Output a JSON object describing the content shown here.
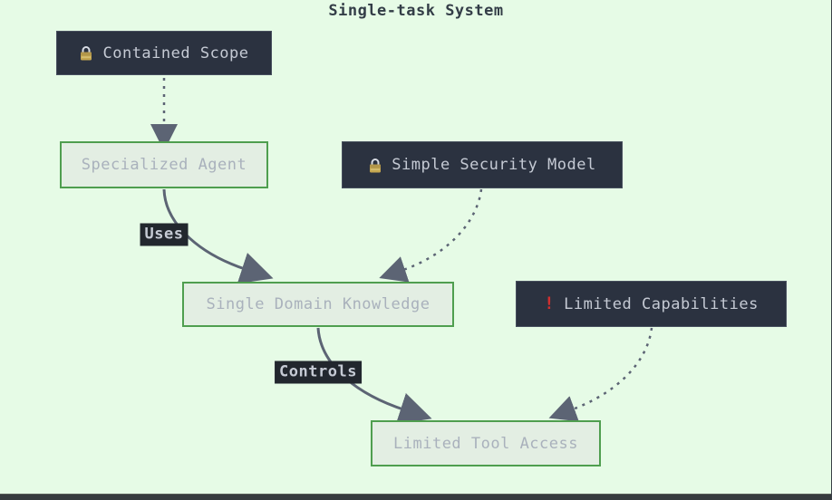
{
  "title": "Single-task System",
  "nodes": [
    {
      "id": "contained-scope",
      "label": "Contained Scope",
      "variant": "dark",
      "icon": "lock-icon"
    },
    {
      "id": "specialized-agent",
      "label": "Specialized Agent",
      "variant": "light",
      "icon": null
    },
    {
      "id": "simple-security-model",
      "label": "Simple Security Model",
      "variant": "dark",
      "icon": "lock-icon"
    },
    {
      "id": "single-domain-knowledge",
      "label": "Single Domain Knowledge",
      "variant": "light",
      "icon": null
    },
    {
      "id": "limited-capabilities",
      "label": "Limited Capabilities",
      "variant": "dark",
      "icon": "warning-icon"
    },
    {
      "id": "limited-tool-access",
      "label": "Limited Tool Access",
      "variant": "light",
      "icon": null
    }
  ],
  "edges": [
    {
      "from": "contained-scope",
      "to": "specialized-agent",
      "style": "dotted",
      "label": ""
    },
    {
      "from": "specialized-agent",
      "to": "single-domain-knowledge",
      "style": "solid",
      "label": "Uses"
    },
    {
      "from": "simple-security-model",
      "to": "single-domain-knowledge",
      "style": "dotted",
      "label": ""
    },
    {
      "from": "single-domain-knowledge",
      "to": "limited-tool-access",
      "style": "solid",
      "label": "Controls"
    },
    {
      "from": "limited-capabilities",
      "to": "limited-tool-access",
      "style": "dotted",
      "label": ""
    }
  ],
  "icons": {
    "warning_glyph": "!"
  },
  "colors": {
    "background": "#e6fbe6",
    "dark_node_fill": "#2b3240",
    "dark_node_border": "#474f5e",
    "dark_node_text": "#c5cad4",
    "light_node_fill": "#e3eee3",
    "light_node_border": "#4f9e4f",
    "light_node_text": "#a9b1bc",
    "edge_stroke": "#5c6474",
    "edge_label_bg": "#22272e",
    "title_text": "#333d47",
    "warning_red": "#d12f2f",
    "lock_gold": "#c4a650"
  }
}
